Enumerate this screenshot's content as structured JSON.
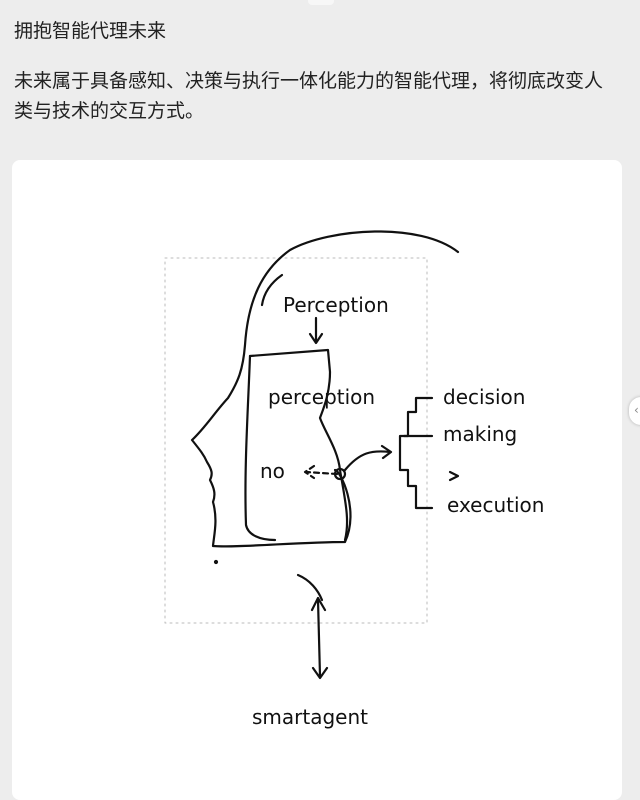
{
  "message": {
    "title": "拥抱智能代理未来",
    "body": "未来属于具备感知、决策与执行一体化能力的智能代理，将彻底改变人类与技术的交互方式。"
  },
  "sketch": {
    "label_perception_top": "Perception",
    "label_perception_inner": "perception",
    "label_no": "no",
    "label_decision": "decision",
    "label_making": "making",
    "label_execution": "execution",
    "label_smartagent": "smartagent",
    "stroke_color": "#111111"
  },
  "side_button_icon": "chevron-left-icon"
}
